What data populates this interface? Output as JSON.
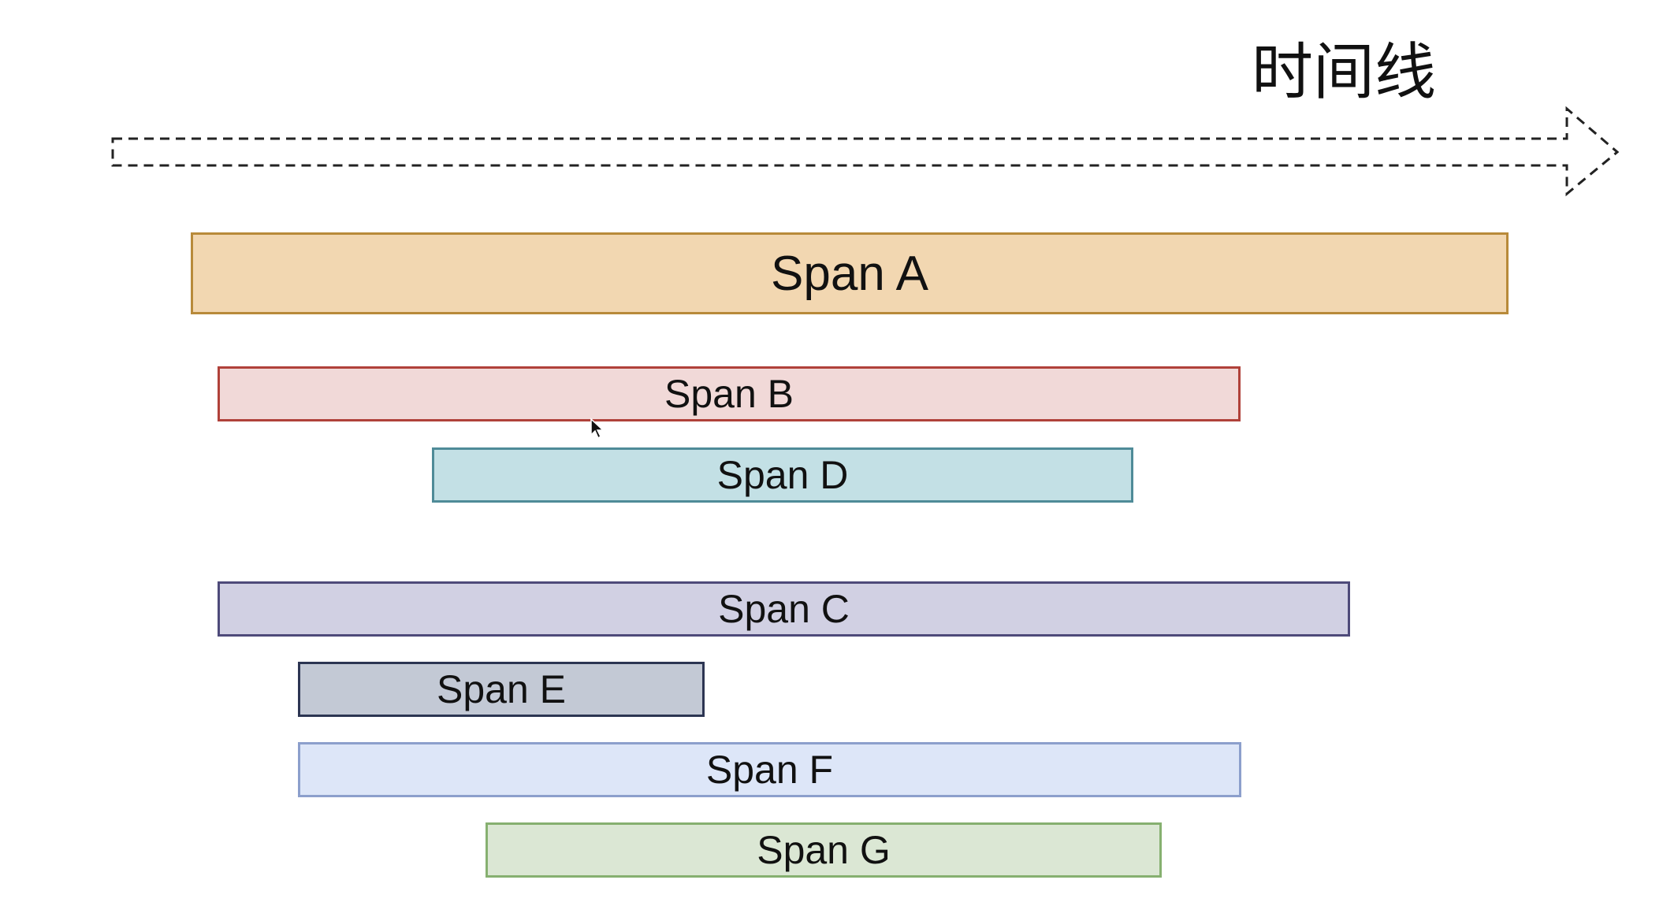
{
  "timeline": {
    "label": "时间线"
  },
  "spans": {
    "a": "Span A",
    "b": "Span B",
    "c": "Span C",
    "d": "Span D",
    "e": "Span E",
    "f": "Span F",
    "g": "Span G"
  },
  "colors": {
    "span_a_fill": "#f2d7b1",
    "span_b_fill": "#f1d9d8",
    "span_c_fill": "#d1d0e3",
    "span_d_fill": "#c3e0e5",
    "span_e_fill": "#c3c9d5",
    "span_f_fill": "#dde6f8",
    "span_g_fill": "#dbe7d4"
  },
  "icons": {
    "cursor": "mouse-pointer-icon",
    "timeline_arrow": "dashed-arrow-icon"
  }
}
